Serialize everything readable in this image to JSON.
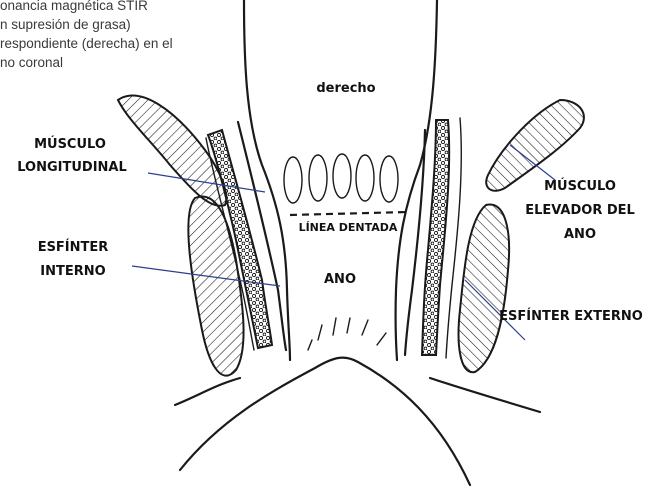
{
  "caption": {
    "line1": "onancia magnética STIR",
    "line2": "n supresión de grasa)",
    "line3": "respondiente (derecha) en el",
    "line4": "no coronal"
  },
  "labels": {
    "side": "derecho",
    "musculo_longitudinal_1": "MÚSCULO",
    "musculo_longitudinal_2": "LONGITUDINAL",
    "esfinter_interno_1": "ESFÍNTER",
    "esfinter_interno_2": "INTERNO",
    "linea_dentada": "LÍNEA DENTADA",
    "ano": "ANO",
    "elevador_1": "MÚSCULO",
    "elevador_2": "ELEVADOR DEL",
    "elevador_3": "ANO",
    "esfinter_externo": "ESFÍNTER EXTERNO"
  },
  "colors": {
    "arrow": "#2d3f8f",
    "ink": "#1a1a1a"
  }
}
